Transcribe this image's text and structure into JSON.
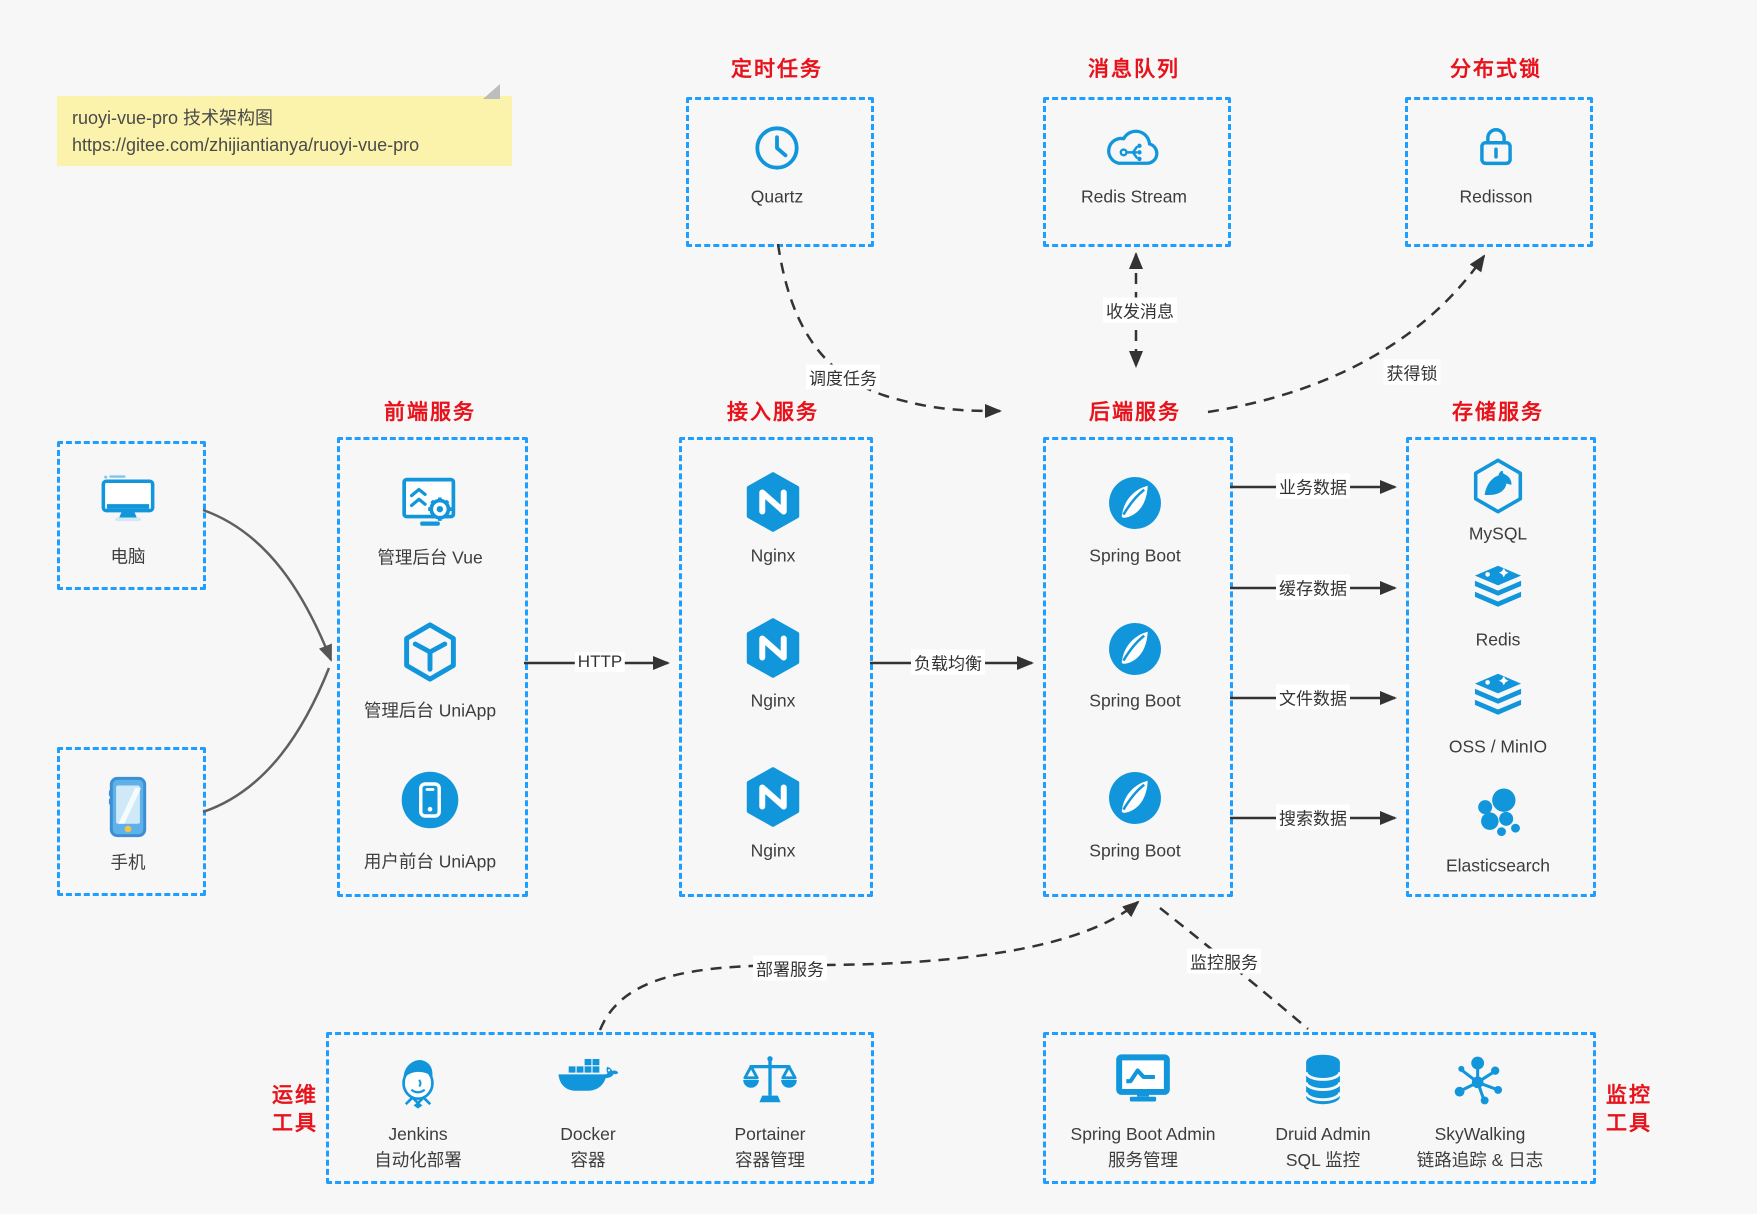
{
  "note": {
    "line1": "ruoyi-vue-pro 技术架构图",
    "line2": "https://gitee.com/zhijiantianya/ruoyi-vue-pro"
  },
  "colors": {
    "icon_blue": "#1296DB",
    "border_blue": "#1E9FFF",
    "title_red": "#E8121B",
    "arrow_dark": "#333333",
    "note_bg": "#FBF3AC"
  },
  "top_groups": [
    {
      "title": "定时任务",
      "item": {
        "icon": "clock-icon",
        "label": "Quartz"
      }
    },
    {
      "title": "消息队列",
      "item": {
        "icon": "cloud-stream-icon",
        "label": "Redis Stream"
      }
    },
    {
      "title": "分布式锁",
      "item": {
        "icon": "lock-icon",
        "label": "Redisson"
      }
    }
  ],
  "clients": [
    {
      "icon": "computer-icon",
      "label": "电脑"
    },
    {
      "icon": "phone-icon",
      "label": "手机"
    }
  ],
  "columns": [
    {
      "title": "前端服务",
      "items": [
        {
          "icon": "admin-vue-icon",
          "label": "管理后台 Vue"
        },
        {
          "icon": "uniapp-cube-icon",
          "label": "管理后台 UniApp"
        },
        {
          "icon": "user-uniapp-icon",
          "label": "用户前台 UniApp"
        }
      ]
    },
    {
      "title": "接入服务",
      "items": [
        {
          "icon": "nginx-icon",
          "label": "Nginx"
        },
        {
          "icon": "nginx-icon",
          "label": "Nginx"
        },
        {
          "icon": "nginx-icon",
          "label": "Nginx"
        }
      ]
    },
    {
      "title": "后端服务",
      "items": [
        {
          "icon": "spring-boot-icon",
          "label": "Spring Boot"
        },
        {
          "icon": "spring-boot-icon",
          "label": "Spring Boot"
        },
        {
          "icon": "spring-boot-icon",
          "label": "Spring Boot"
        }
      ]
    },
    {
      "title": "存储服务",
      "items": [
        {
          "icon": "mysql-icon",
          "label": "MySQL"
        },
        {
          "icon": "redis-icon",
          "label": "Redis"
        },
        {
          "icon": "oss-minio-icon",
          "label": "OSS / MinIO"
        },
        {
          "icon": "elasticsearch-icon",
          "label": "Elasticsearch"
        }
      ]
    }
  ],
  "bottom_groups": [
    {
      "title_lines": [
        "运维",
        "工具"
      ],
      "items": [
        {
          "icon": "jenkins-icon",
          "label": "Jenkins",
          "sublabel": "自动化部署"
        },
        {
          "icon": "docker-icon",
          "label": "Docker",
          "sublabel": "容器"
        },
        {
          "icon": "portainer-icon",
          "label": "Portainer",
          "sublabel": "容器管理"
        }
      ]
    },
    {
      "title_lines": [
        "监控",
        "工具"
      ],
      "items": [
        {
          "icon": "spring-boot-admin-icon",
          "label": "Spring Boot Admin",
          "sublabel": "服务管理"
        },
        {
          "icon": "druid-icon",
          "label": "Druid Admin",
          "sublabel": "SQL 监控"
        },
        {
          "icon": "skywalking-icon",
          "label": "SkyWalking",
          "sublabel": "链路追踪 & 日志"
        }
      ]
    }
  ],
  "edge_labels": {
    "http": "HTTP",
    "load_balance": "负载均衡",
    "business_data": "业务数据",
    "cache_data": "缓存数据",
    "file_data": "文件数据",
    "search_data": "搜索数据",
    "schedule_task": "调度任务",
    "send_receive_msg": "收发消息",
    "acquire_lock": "获得锁",
    "deploy_service": "部署服务",
    "monitor_service": "监控服务"
  }
}
